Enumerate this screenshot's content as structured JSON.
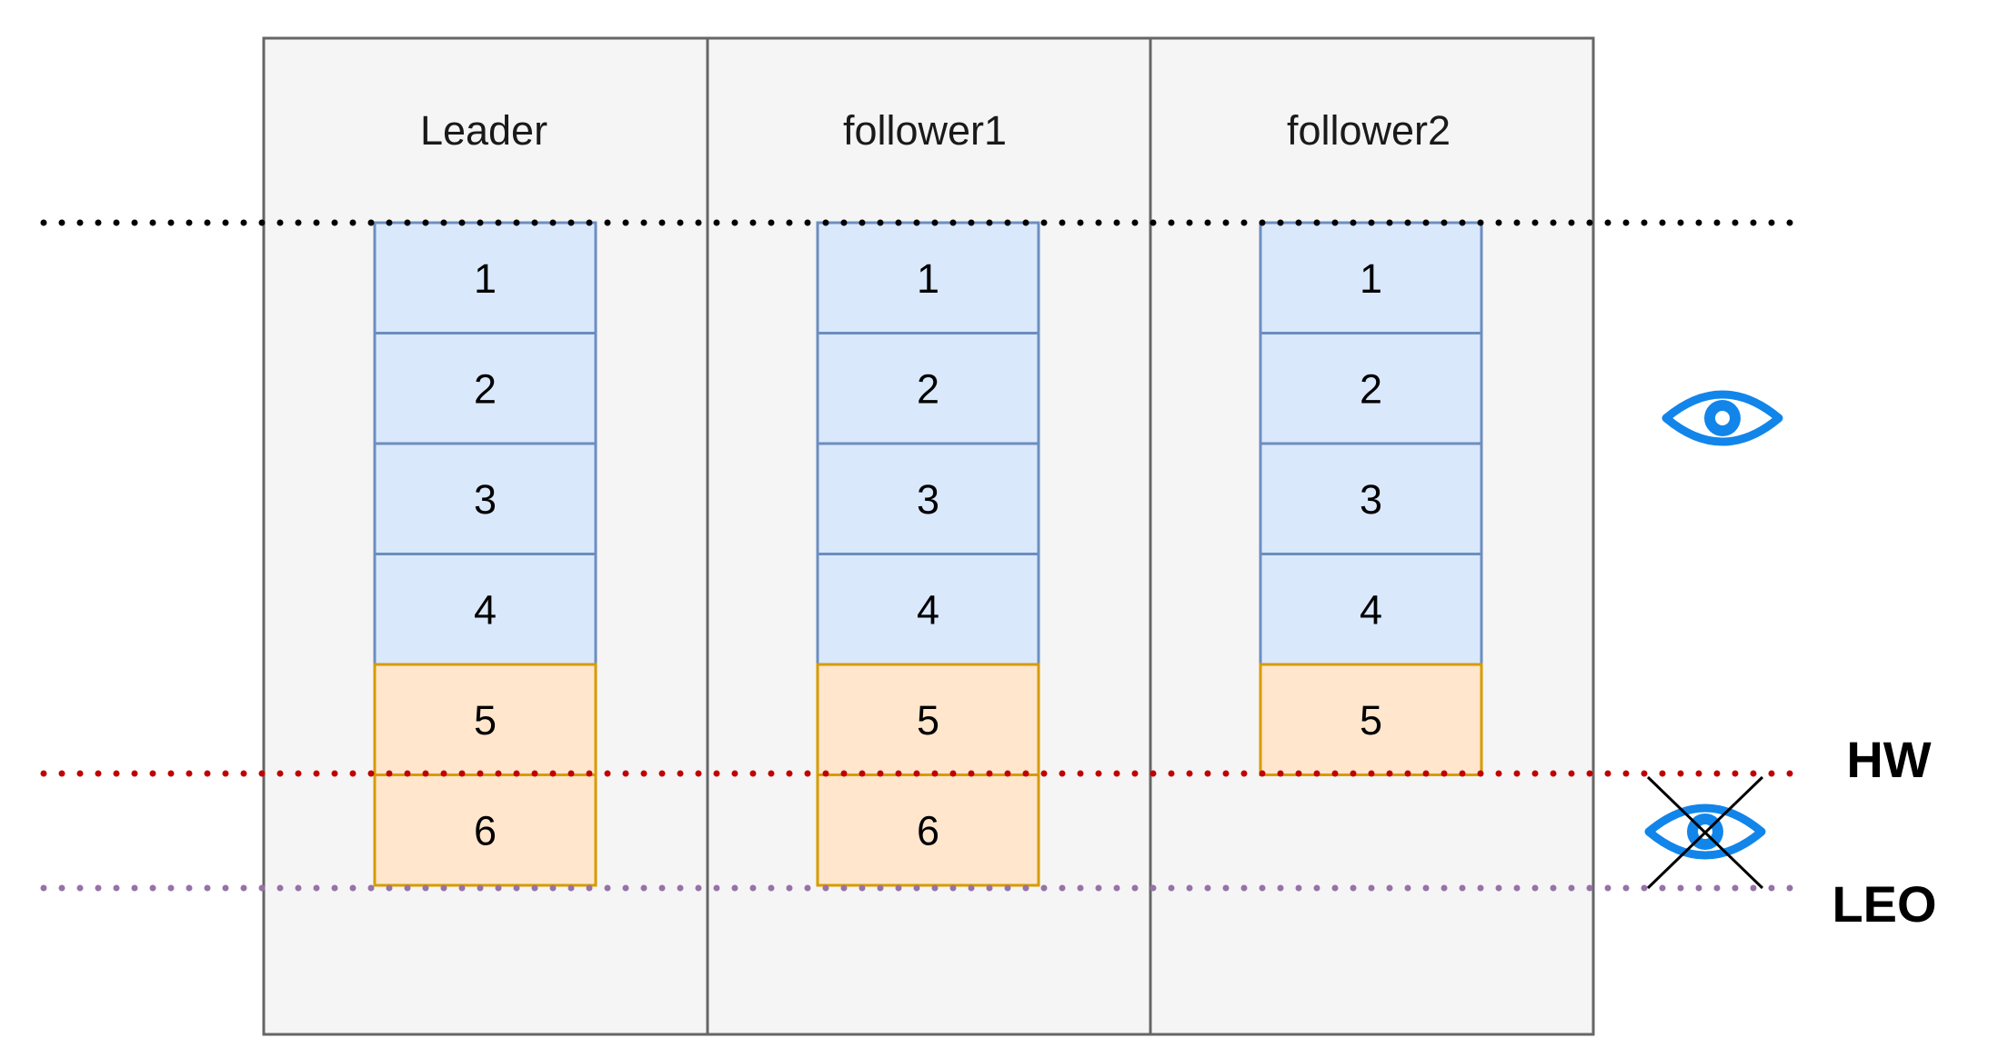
{
  "panels": [
    {
      "title": "Leader",
      "cells": [
        "1",
        "2",
        "3",
        "4",
        "5",
        "6"
      ]
    },
    {
      "title": "follower1",
      "cells": [
        "1",
        "2",
        "3",
        "4",
        "5",
        "6"
      ]
    },
    {
      "title": "follower2",
      "cells": [
        "1",
        "2",
        "3",
        "4",
        "5"
      ]
    }
  ],
  "committed_count": 4,
  "markers": {
    "hw_label": "HW",
    "leo_label": "LEO"
  },
  "colors": {
    "panel_fill": "#f5f5f5",
    "panel_stroke": "#666666",
    "committed_fill": "#dae8fc",
    "committed_stroke": "#6c8ebf",
    "uncommitted_fill": "#ffe6cc",
    "uncommitted_stroke": "#d79b00",
    "top_line": "#000000",
    "hw_line": "#c00000",
    "leo_line": "#9673a6",
    "eye": "#1185ea"
  },
  "icons": {
    "visible_eye": "eye-icon",
    "hidden_eye": "eye-crossed-icon"
  }
}
